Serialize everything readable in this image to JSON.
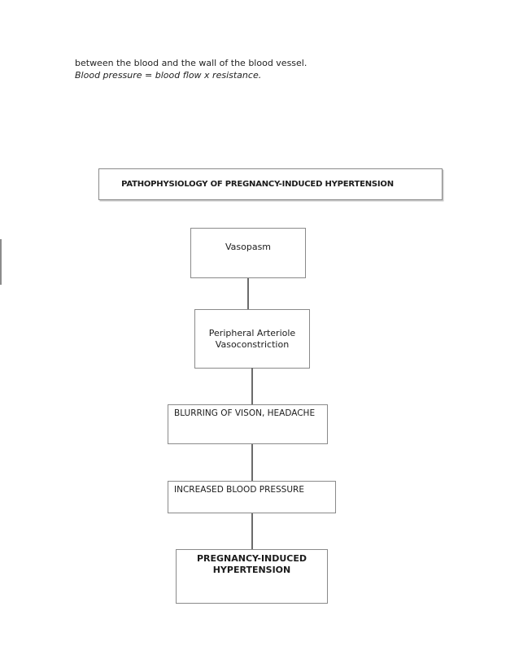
{
  "document": {
    "paragraph": {
      "line1": "between the blood and the wall of the blood vessel.",
      "line2": "Blood pressure = blood flow x resistance."
    }
  },
  "flowchart": {
    "title": "PATHOPHYSIOLOGY OF PREGNANCY-INDUCED HYPERTENSION",
    "nodes": [
      {
        "id": "vasospasm",
        "label": "Vasopasm"
      },
      {
        "id": "peripheral-arteriole-vasoconstriction",
        "label": "Peripheral Arteriole\nVasoconstriction"
      },
      {
        "id": "blurring-of-vision-headache",
        "label": "BLURRING OF VISON, HEADACHE"
      },
      {
        "id": "increased-blood-pressure",
        "label": "INCREASED BLOOD PRESSURE"
      },
      {
        "id": "pregnancy-induced-hypertension",
        "label": "PREGNANCY-INDUCED\nHYPERTENSION"
      }
    ],
    "colors": {
      "page_background": "#ffffff",
      "box_border": "#8a8a8a",
      "connector": "#6b6b6b",
      "text": "#1c1c1c"
    }
  }
}
